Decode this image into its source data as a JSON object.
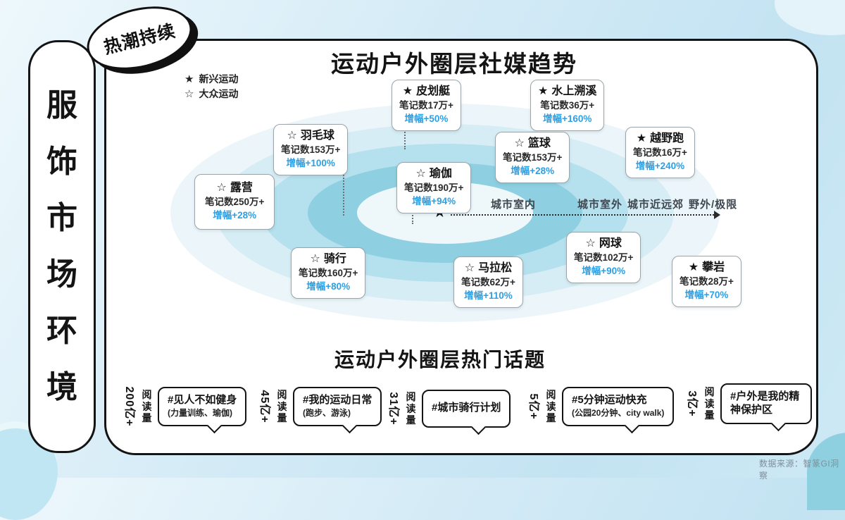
{
  "page": {
    "badge": "热潮持续",
    "side_title": "服饰市场环境",
    "source": "数据来源：智篆GI洞察"
  },
  "trend_chart": {
    "title": "运动户外圈层社媒趋势",
    "legend": [
      {
        "symbol": "★",
        "label": "新兴运动"
      },
      {
        "symbol": "☆",
        "label": "大众运动"
      }
    ],
    "axis_labels": [
      "城市室内",
      "城市室外",
      "城市近远郊",
      "野外/极限"
    ],
    "axis_marker": "★",
    "sports": [
      {
        "symbol": "★",
        "name": "皮划艇",
        "notes": "笔记数17万+",
        "growth": "增幅+50%"
      },
      {
        "symbol": "★",
        "name": "水上溯溪",
        "notes": "笔记数36万+",
        "growth": "增幅+160%"
      },
      {
        "symbol": "☆",
        "name": "羽毛球",
        "notes": "笔记数153万+",
        "growth": "增幅+100%"
      },
      {
        "symbol": "☆",
        "name": "篮球",
        "notes": "笔记数153万+",
        "growth": "增幅+28%"
      },
      {
        "symbol": "★",
        "name": "越野跑",
        "notes": "笔记数16万+",
        "growth": "增幅+240%"
      },
      {
        "symbol": "☆",
        "name": "瑜伽",
        "notes": "笔记数190万+",
        "growth": "增幅+94%"
      },
      {
        "symbol": "☆",
        "name": "露营",
        "notes": "笔记数250万+",
        "growth": "增幅+28%"
      },
      {
        "symbol": "☆",
        "name": "骑行",
        "notes": "笔记数160万+",
        "growth": "增幅+80%"
      },
      {
        "symbol": "☆",
        "name": "马拉松",
        "notes": "笔记数62万+",
        "growth": "增幅+110%"
      },
      {
        "symbol": "☆",
        "name": "网球",
        "notes": "笔记数102万+",
        "growth": "增幅+90%"
      },
      {
        "symbol": "★",
        "name": "攀岩",
        "notes": "笔记数28万+",
        "growth": "增幅+70%"
      }
    ]
  },
  "topics": {
    "title": "运动户外圈层热门话题",
    "items": [
      {
        "volume": "200亿+",
        "volume_unit": "阅读量",
        "tag": "#见人不如健身",
        "detail": "(力量训练、瑜伽)"
      },
      {
        "volume": "45亿+",
        "volume_unit": "阅读量",
        "tag": "#我的运动日常",
        "detail": "(跑步、游泳)"
      },
      {
        "volume": "31亿+",
        "volume_unit": "阅读量",
        "tag": "#城市骑行计划",
        "detail": ""
      },
      {
        "volume": "5亿+",
        "volume_unit": "阅读量",
        "tag": "#5分钟运动快充",
        "detail": "(公园20分钟、city walk)"
      },
      {
        "volume": "3亿+",
        "volume_unit": "阅读量",
        "tag": "#户外是我的精神保护区",
        "detail": ""
      }
    ]
  },
  "colors": {
    "growth_blue": "#2d9fe2",
    "ring_teal": "#8ed0e1",
    "background_blue": "#cde9f4"
  },
  "chart_data": [
    {
      "type": "scatter",
      "title": "运动户外圈层社媒趋势",
      "x_axis_labels": [
        "城市室内",
        "城市室外",
        "城市近远郊",
        "野外/极限"
      ],
      "legend": [
        {
          "symbol": "★",
          "meaning": "新兴运动"
        },
        {
          "symbol": "☆",
          "meaning": "大众运动"
        }
      ],
      "points": [
        {
          "name": "皮划艇",
          "category": "新兴运动",
          "notes_count_wan": 17,
          "growth_pct": 50
        },
        {
          "name": "水上溯溪",
          "category": "新兴运动",
          "notes_count_wan": 36,
          "growth_pct": 160
        },
        {
          "name": "羽毛球",
          "category": "大众运动",
          "notes_count_wan": 153,
          "growth_pct": 100
        },
        {
          "name": "篮球",
          "category": "大众运动",
          "notes_count_wan": 153,
          "growth_pct": 28
        },
        {
          "name": "越野跑",
          "category": "新兴运动",
          "notes_count_wan": 16,
          "growth_pct": 240
        },
        {
          "name": "瑜伽",
          "category": "大众运动",
          "notes_count_wan": 190,
          "growth_pct": 94
        },
        {
          "name": "露营",
          "category": "大众运动",
          "notes_count_wan": 250,
          "growth_pct": 28
        },
        {
          "name": "骑行",
          "category": "大众运动",
          "notes_count_wan": 160,
          "growth_pct": 80
        },
        {
          "name": "马拉松",
          "category": "大众运动",
          "notes_count_wan": 62,
          "growth_pct": 110
        },
        {
          "name": "网球",
          "category": "大众运动",
          "notes_count_wan": 102,
          "growth_pct": 90
        },
        {
          "name": "攀岩",
          "category": "新兴运动",
          "notes_count_wan": 28,
          "growth_pct": 70
        }
      ]
    },
    {
      "type": "bar",
      "title": "运动户外圈层热门话题",
      "categories": [
        "#见人不如健身",
        "#我的运动日常",
        "#城市骑行计划",
        "#5分钟运动快充",
        "#户外是我的精神保护区"
      ],
      "values": [
        200,
        45,
        31,
        5,
        3
      ],
      "ylabel": "阅读量(亿)"
    }
  ]
}
